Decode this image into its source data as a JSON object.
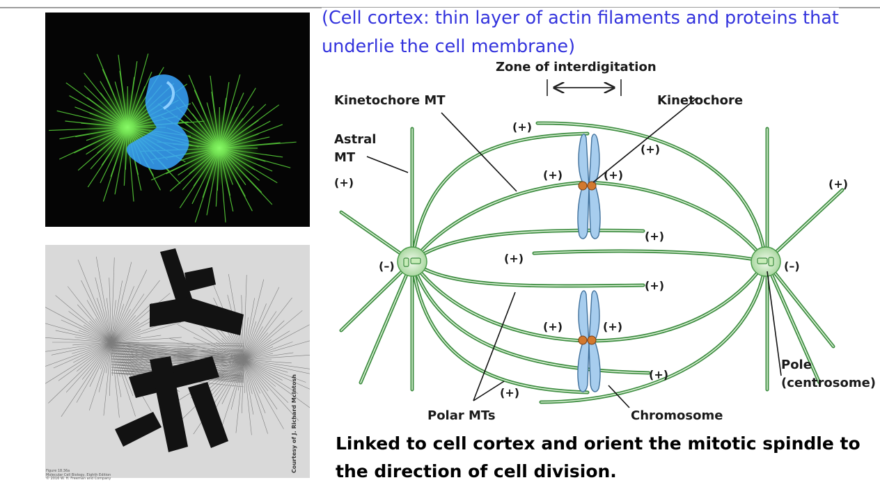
{
  "note": {
    "line1": "(Cell cortex: thin layer of actin filaments and proteins that",
    "line2": "underlie the cell membrane)"
  },
  "micrographs": {
    "caption_lines": [
      "Figure 18.36a",
      "Molecular Cell Biology, Eighth Edition",
      "© 2016 W. H. Freeman and Company"
    ],
    "credit": "Courtesy of J. Richard McIntosh"
  },
  "diagram": {
    "zone_label": "Zone of interdigitation",
    "kinetochore_mt": "Kinetochore MT",
    "kinetochore": "Kinetochore",
    "astral_line1": "Astral",
    "astral_line2": "MT",
    "polar_mts": "Polar MTs",
    "chromosome": "Chromosome",
    "pole_line1": "Pole",
    "pole_line2": "(centrosome)",
    "plus": "(+)",
    "minus": "(–)"
  },
  "conclusion": {
    "line1": "Linked to cell cortex and orient the mitotic spindle to",
    "line2": "the direction of cell division."
  },
  "colors": {
    "note_text": "#3333dd",
    "microtubule": "#4a9a4a",
    "chromosome": "#a7cdee",
    "kinetochore": "#d2792f"
  }
}
